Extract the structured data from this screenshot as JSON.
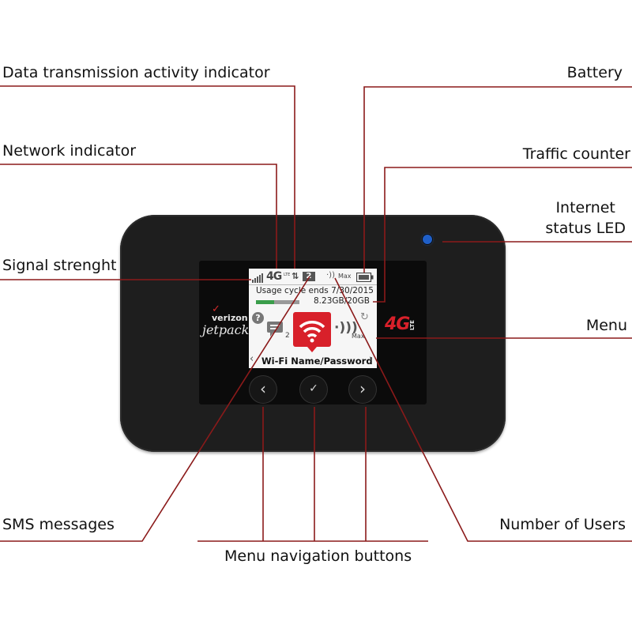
{
  "labels": {
    "data_activity": "Data transmission activity indicator",
    "battery": "Battery",
    "network": "Network indicator",
    "traffic": "Traffic counter",
    "internet_led": "Internet\nstatus LED",
    "signal": "Signal strenght",
    "menu": "Menu",
    "sms": "SMS messages",
    "users": "Number of Users",
    "nav_buttons": "Menu navigation buttons"
  },
  "device": {
    "brand": "verizon",
    "product": "jetpack",
    "lte_badge": "4G",
    "lte_small": "LTE"
  },
  "screen": {
    "network": "4G",
    "network_sub": "LTE",
    "sms_count": "2",
    "users_top": "Max",
    "usage_cycle": "Usage cycle ends 7/30/2015",
    "usage_amount": "8.23GB/20GB",
    "usage_fraction": 0.41,
    "sms_icon_sub": "2",
    "users_label": "Max",
    "menu_title": "Wi-Fi Name/Password",
    "help_icon": "?"
  },
  "buttons": {
    "left": "‹",
    "ok": "✓",
    "right": "›"
  },
  "colors": {
    "leader_line": "#8b1a1a",
    "wifi_tile": "#d8202a",
    "brand_red": "#d52b2b",
    "led": "#1f5fc8",
    "progress": "#3a9d4a"
  }
}
